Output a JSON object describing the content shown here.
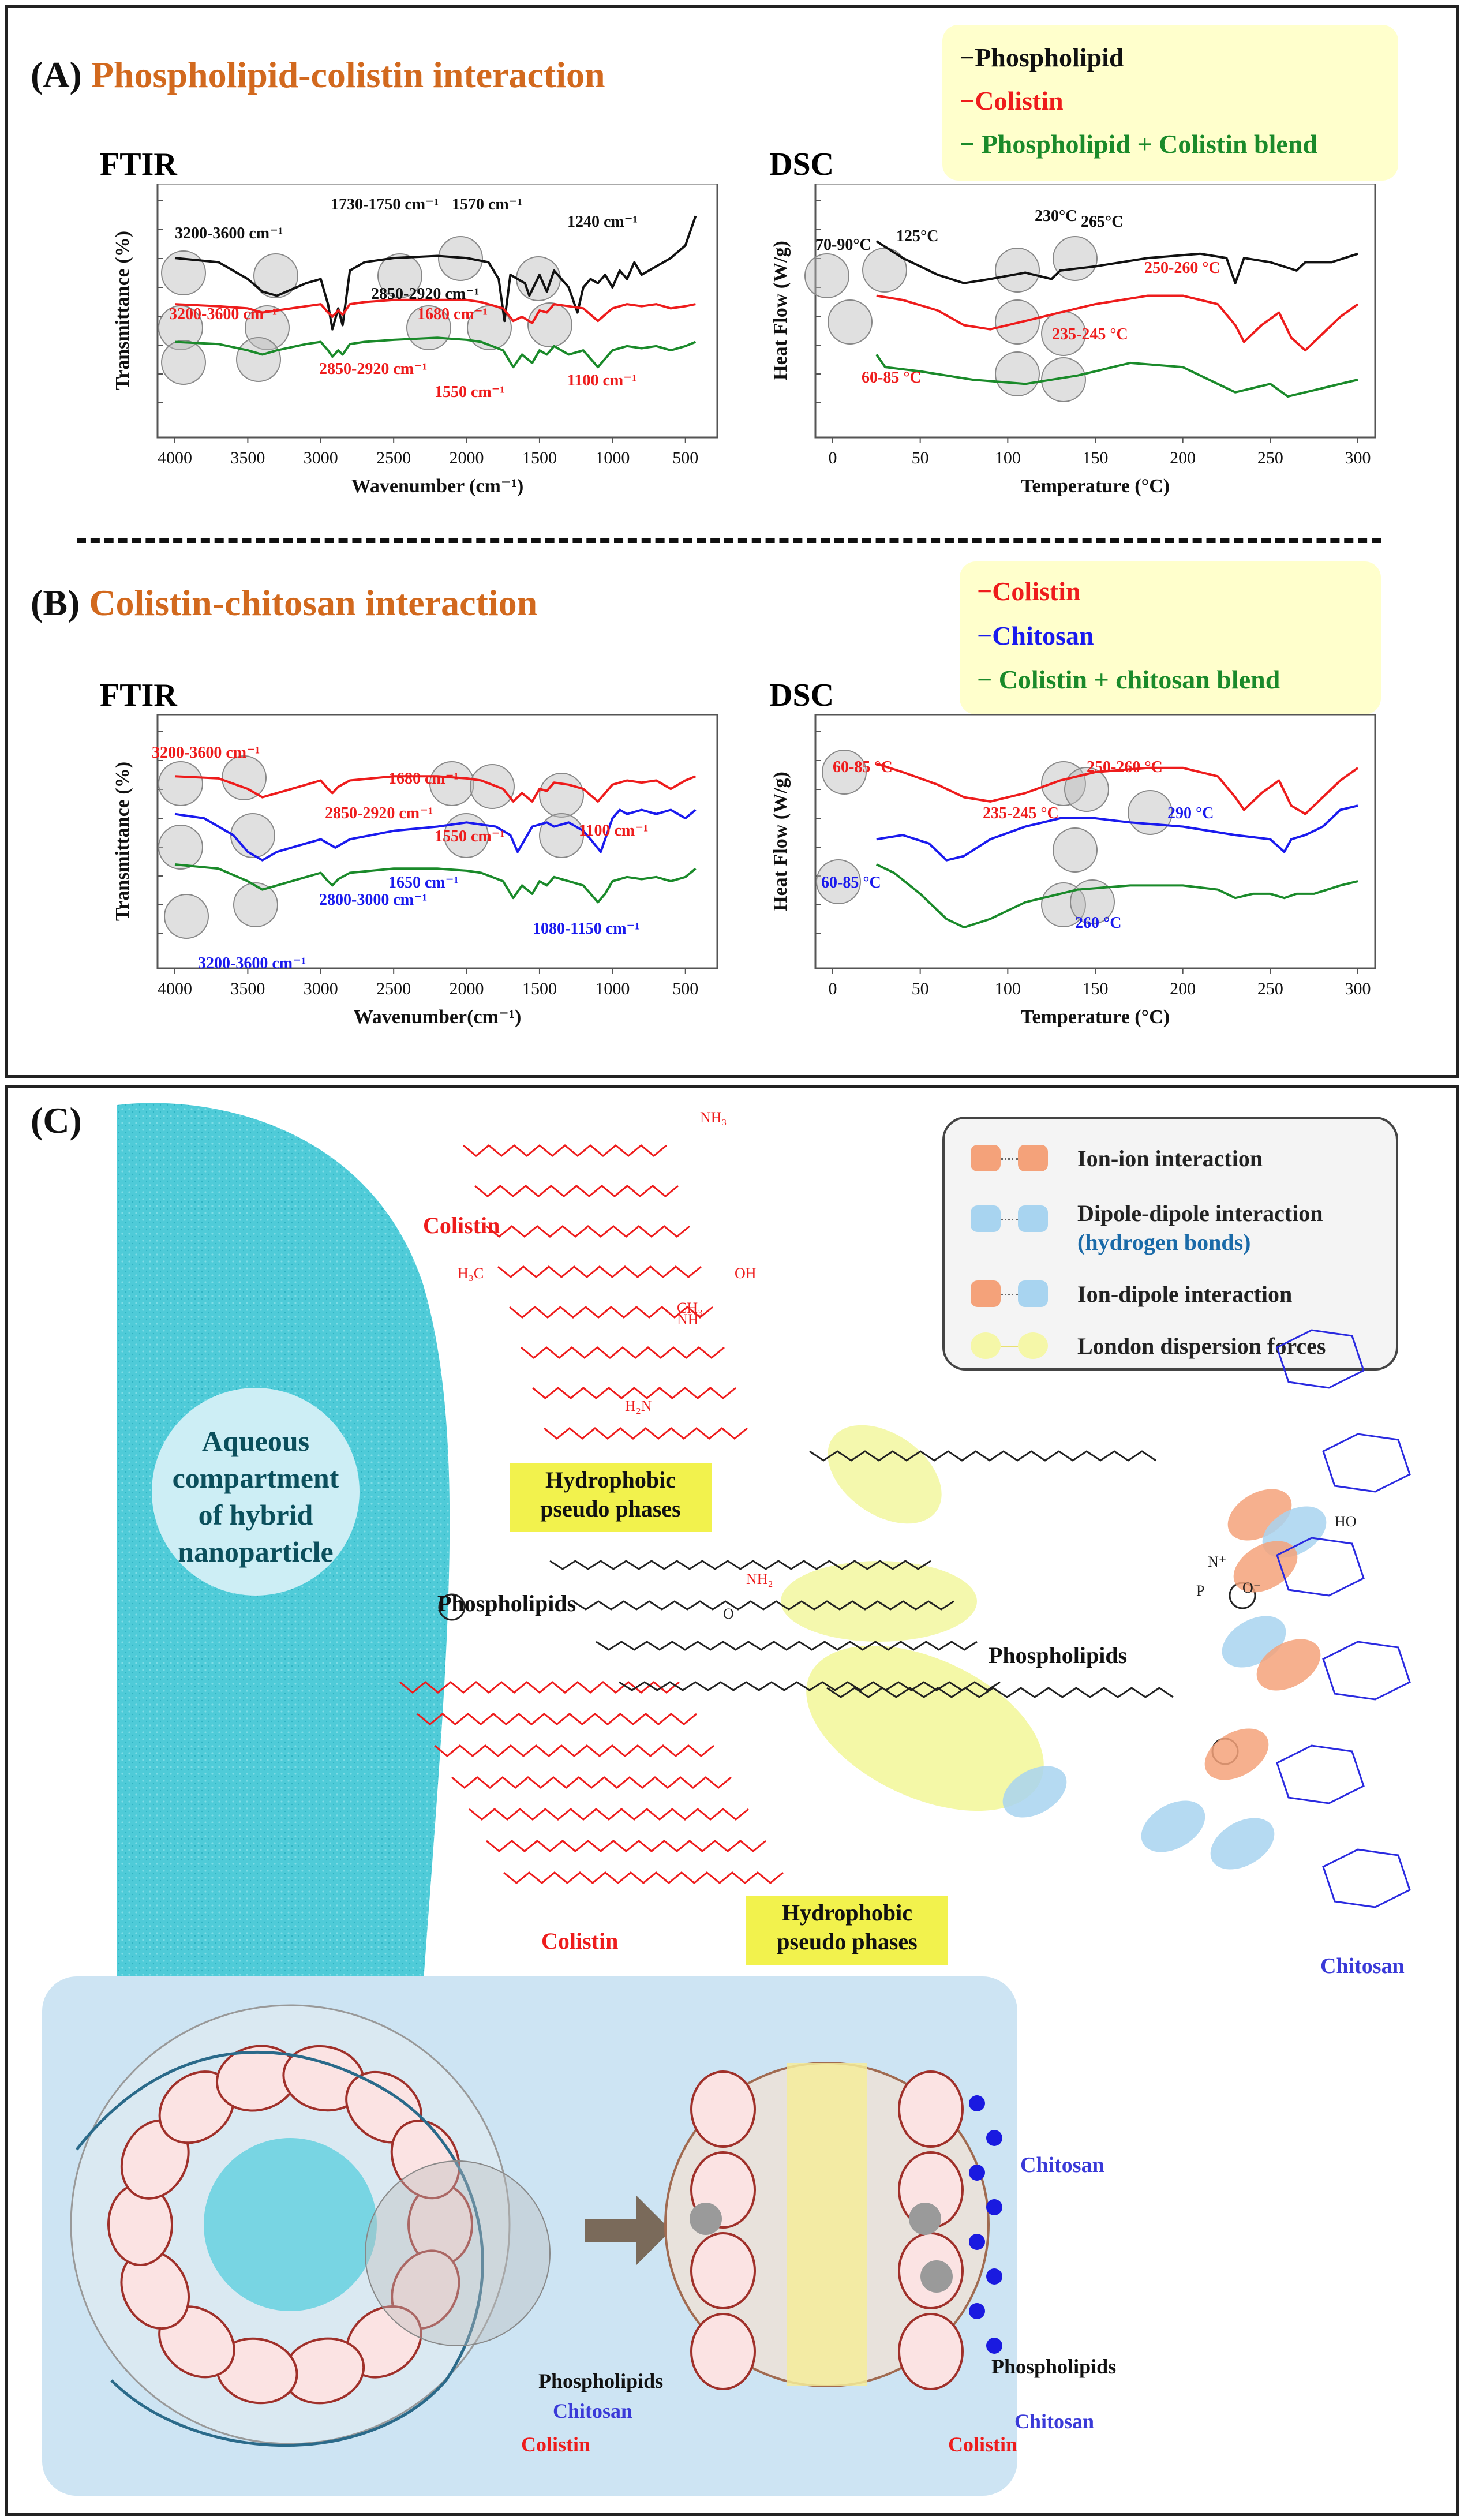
{
  "panel_a": {
    "letter": "(A)",
    "title": "Phospholipid-colistin interaction",
    "legend": [
      "−Phospholipid",
      "−Colistin",
      "− Phospholipid + Colistin blend"
    ],
    "colors": {
      "phospholipid": "#111111",
      "colistin": "#ee1c1c",
      "blend": "#1a8a2a"
    }
  },
  "panel_b": {
    "letter": "(B)",
    "title": "Colistin-chitosan interaction",
    "legend": [
      "−Colistin",
      "−Chitosan",
      "− Colistin + chitosan blend"
    ],
    "colors": {
      "colistin": "#ee1c1c",
      "chitosan": "#1a1aee",
      "blend": "#1a8a2a"
    }
  },
  "chart_data": [
    {
      "id": "a-ftir",
      "type": "line",
      "title": "FTIR",
      "xlabel": "Wavenumber (cm⁻¹)",
      "ylabel": "Transmittance (%)",
      "xlim": [
        4000,
        400
      ],
      "xticks": [
        "4000",
        "3500",
        "3000",
        "2500",
        "2000",
        "1500",
        "1000",
        "500"
      ],
      "series": [
        {
          "name": "Phospholipid",
          "color": "#111111",
          "x": [
            4000,
            3700,
            3500,
            3400,
            3300,
            3100,
            3000,
            2950,
            2920,
            2880,
            2850,
            2800,
            2700,
            2500,
            2200,
            2000,
            1850,
            1780,
            1740,
            1700,
            1650,
            1600,
            1570,
            1500,
            1450,
            1400,
            1350,
            1300,
            1240,
            1200,
            1150,
            1100,
            1050,
            1000,
            950,
            900,
            850,
            800,
            700,
            600,
            500,
            430
          ],
          "y": [
            80,
            78,
            70,
            64,
            62,
            68,
            70,
            58,
            46,
            56,
            48,
            74,
            78,
            80,
            81,
            80,
            78,
            70,
            50,
            72,
            70,
            68,
            62,
            72,
            64,
            74,
            70,
            66,
            54,
            66,
            70,
            68,
            72,
            66,
            74,
            70,
            78,
            72,
            76,
            80,
            86,
            100
          ]
        },
        {
          "name": "Colistin",
          "color": "#ee1c1c",
          "x": [
            4000,
            3700,
            3500,
            3400,
            3300,
            3100,
            3000,
            2950,
            2920,
            2880,
            2850,
            2800,
            2700,
            2500,
            2200,
            2000,
            1900,
            1750,
            1680,
            1620,
            1550,
            1500,
            1450,
            1400,
            1300,
            1200,
            1100,
            1050,
            1000,
            900,
            800,
            700,
            600,
            500,
            430
          ],
          "y": [
            58,
            57,
            56,
            54,
            55,
            57,
            58,
            54,
            52,
            55,
            53,
            58,
            59,
            60,
            60,
            60,
            59,
            56,
            50,
            52,
            49,
            55,
            54,
            58,
            57,
            56,
            50,
            53,
            56,
            58,
            57,
            58,
            56,
            57,
            58
          ]
        },
        {
          "name": "Phospholipid + Colistin blend",
          "color": "#1a8a2a",
          "x": [
            4000,
            3700,
            3500,
            3400,
            3300,
            3100,
            3000,
            2950,
            2920,
            2880,
            2850,
            2800,
            2700,
            2500,
            2200,
            2000,
            1900,
            1750,
            1680,
            1620,
            1550,
            1500,
            1450,
            1400,
            1300,
            1200,
            1100,
            1050,
            1000,
            900,
            800,
            700,
            600,
            500,
            430
          ],
          "y": [
            40,
            39,
            36,
            34,
            36,
            39,
            40,
            36,
            33,
            36,
            34,
            39,
            40,
            41,
            42,
            41,
            40,
            36,
            28,
            34,
            30,
            36,
            34,
            38,
            34,
            36,
            28,
            32,
            36,
            38,
            37,
            38,
            36,
            38,
            40
          ]
        }
      ],
      "annotations": [
        {
          "text": "3200-3600 cm⁻¹",
          "color": "#111111"
        },
        {
          "text": "1730-1750 cm⁻¹",
          "color": "#111111"
        },
        {
          "text": "1570 cm⁻¹",
          "color": "#111111"
        },
        {
          "text": "1240 cm⁻¹",
          "color": "#111111"
        },
        {
          "text": "2850-2920 cm⁻¹",
          "color": "#111111"
        },
        {
          "text": "3200-3600 cm⁻¹",
          "color": "#ee1c1c"
        },
        {
          "text": "1680 cm⁻¹",
          "color": "#ee1c1c"
        },
        {
          "text": "2850-2920 cm⁻¹",
          "color": "#ee1c1c"
        },
        {
          "text": "1550 cm⁻¹",
          "color": "#ee1c1c"
        },
        {
          "text": "1100 cm⁻¹",
          "color": "#ee1c1c"
        }
      ]
    },
    {
      "id": "a-dsc",
      "type": "line",
      "title": "DSC",
      "xlabel": "Temperature (°C)",
      "ylabel": "Heat Flow (W/g)",
      "xlim": [
        0,
        300
      ],
      "xticks": [
        "0",
        "50",
        "100",
        "150",
        "200",
        "250",
        "300"
      ],
      "series": [
        {
          "name": "Phospholipid",
          "color": "#111111",
          "x": [
            25,
            40,
            60,
            75,
            90,
            110,
            125,
            130,
            150,
            180,
            210,
            225,
            230,
            235,
            250,
            265,
            270,
            285,
            300
          ],
          "y": [
            88,
            80,
            72,
            68,
            70,
            73,
            70,
            74,
            76,
            80,
            82,
            80,
            68,
            80,
            78,
            74,
            78,
            78,
            82
          ]
        },
        {
          "name": "Colistin",
          "color": "#ee1c1c",
          "x": [
            25,
            40,
            60,
            75,
            90,
            110,
            130,
            150,
            180,
            200,
            220,
            230,
            235,
            245,
            255,
            262,
            270,
            280,
            290,
            300
          ],
          "y": [
            62,
            60,
            55,
            48,
            46,
            50,
            54,
            58,
            62,
            62,
            58,
            48,
            40,
            48,
            54,
            42,
            36,
            44,
            52,
            58
          ]
        },
        {
          "name": "Phospholipid + Colistin blend",
          "color": "#1a8a2a",
          "x": [
            25,
            30,
            50,
            80,
            110,
            140,
            170,
            200,
            220,
            230,
            240,
            250,
            260,
            270,
            280,
            300
          ],
          "y": [
            34,
            28,
            26,
            22,
            20,
            24,
            30,
            28,
            20,
            16,
            18,
            20,
            14,
            16,
            18,
            22
          ]
        }
      ],
      "annotations": [
        {
          "text": "70-90°C",
          "color": "#111111"
        },
        {
          "text": "125°C",
          "color": "#111111"
        },
        {
          "text": "230°C",
          "color": "#111111"
        },
        {
          "text": "265°C",
          "color": "#111111"
        },
        {
          "text": "250-260 °C",
          "color": "#ee1c1c"
        },
        {
          "text": "60-85 °C",
          "color": "#ee1c1c"
        },
        {
          "text": "235-245 °C",
          "color": "#ee1c1c"
        }
      ]
    },
    {
      "id": "b-ftir",
      "type": "line",
      "title": "FTIR",
      "xlabel": "Wavenumber(cm⁻¹)",
      "ylabel": "Transmittance (%)",
      "xlim": [
        4000,
        400
      ],
      "xticks": [
        "4000",
        "3500",
        "3000",
        "2500",
        "2000",
        "1500",
        "1000",
        "500"
      ],
      "series": [
        {
          "name": "Colistin",
          "color": "#ee1c1c",
          "x": [
            4000,
            3700,
            3500,
            3400,
            3300,
            3100,
            3000,
            2950,
            2920,
            2880,
            2800,
            2500,
            2200,
            2000,
            1900,
            1750,
            1680,
            1620,
            1550,
            1500,
            1450,
            1400,
            1300,
            1200,
            1100,
            1050,
            1000,
            900,
            800,
            700,
            600,
            500,
            430
          ],
          "y": [
            86,
            85,
            80,
            76,
            78,
            82,
            84,
            80,
            78,
            81,
            84,
            86,
            86,
            85,
            84,
            80,
            74,
            78,
            74,
            80,
            79,
            83,
            82,
            80,
            74,
            78,
            82,
            84,
            83,
            84,
            80,
            84,
            86
          ]
        },
        {
          "name": "Chitosan",
          "color": "#1a1aee",
          "x": [
            4000,
            3800,
            3600,
            3500,
            3400,
            3300,
            3100,
            3000,
            2900,
            2800,
            2500,
            2200,
            2000,
            1800,
            1700,
            1650,
            1600,
            1550,
            1450,
            1400,
            1300,
            1200,
            1150,
            1080,
            1000,
            950,
            900,
            800,
            700,
            600,
            500,
            430
          ],
          "y": [
            68,
            66,
            58,
            50,
            46,
            50,
            54,
            56,
            52,
            56,
            60,
            62,
            64,
            62,
            58,
            50,
            56,
            62,
            64,
            62,
            64,
            60,
            56,
            50,
            66,
            70,
            68,
            70,
            68,
            70,
            66,
            70
          ]
        },
        {
          "name": "Colistin + chitosan blend",
          "color": "#1a8a2a",
          "x": [
            4000,
            3700,
            3500,
            3400,
            3300,
            3100,
            3000,
            2950,
            2920,
            2880,
            2800,
            2500,
            2200,
            2000,
            1900,
            1750,
            1680,
            1620,
            1550,
            1500,
            1450,
            1400,
            1300,
            1200,
            1100,
            1050,
            1000,
            900,
            800,
            700,
            600,
            500,
            430
          ],
          "y": [
            44,
            42,
            36,
            32,
            34,
            38,
            40,
            36,
            34,
            37,
            40,
            42,
            42,
            41,
            40,
            36,
            28,
            34,
            30,
            36,
            34,
            38,
            36,
            34,
            26,
            30,
            36,
            38,
            37,
            38,
            36,
            38,
            42
          ]
        }
      ],
      "annotations": [
        {
          "text": "3200-3600 cm⁻¹",
          "color": "#ee1c1c"
        },
        {
          "text": "1680 cm⁻¹",
          "color": "#ee1c1c"
        },
        {
          "text": "2850-2920 cm⁻¹",
          "color": "#ee1c1c"
        },
        {
          "text": "1550 cm⁻¹",
          "color": "#ee1c1c"
        },
        {
          "text": "1100 cm⁻¹",
          "color": "#ee1c1c"
        },
        {
          "text": "1650 cm⁻¹",
          "color": "#1a1aee"
        },
        {
          "text": "2800-3000 cm⁻¹",
          "color": "#1a1aee"
        },
        {
          "text": "1080-1150 cm⁻¹",
          "color": "#1a1aee"
        },
        {
          "text": "3200-3600 cm⁻¹",
          "color": "#1a1aee"
        }
      ]
    },
    {
      "id": "b-dsc",
      "type": "line",
      "title": "DSC",
      "xlabel": "Temperature (°C)",
      "ylabel": "Heat Flow (W/g)",
      "xlim": [
        0,
        300
      ],
      "xticks": [
        "0",
        "50",
        "100",
        "150",
        "200",
        "250",
        "300"
      ],
      "series": [
        {
          "name": "Colistin",
          "color": "#ee1c1c",
          "x": [
            25,
            40,
            60,
            75,
            90,
            110,
            130,
            150,
            180,
            200,
            220,
            230,
            235,
            245,
            255,
            262,
            270,
            280,
            290,
            300
          ],
          "y": [
            92,
            88,
            82,
            76,
            74,
            78,
            84,
            88,
            90,
            90,
            86,
            76,
            70,
            78,
            84,
            72,
            68,
            76,
            84,
            90
          ]
        },
        {
          "name": "Chitosan",
          "color": "#1a1aee",
          "x": [
            25,
            40,
            55,
            65,
            75,
            90,
            110,
            130,
            150,
            170,
            200,
            230,
            250,
            258,
            262,
            270,
            280,
            290,
            300
          ],
          "y": [
            56,
            58,
            54,
            46,
            48,
            56,
            62,
            66,
            66,
            64,
            62,
            58,
            56,
            50,
            56,
            58,
            62,
            70,
            72
          ]
        },
        {
          "name": "Colistin + chitosan blend",
          "color": "#1a8a2a",
          "x": [
            25,
            35,
            50,
            65,
            75,
            90,
            110,
            140,
            170,
            200,
            220,
            230,
            240,
            250,
            258,
            265,
            275,
            290,
            300
          ],
          "y": [
            44,
            40,
            30,
            18,
            14,
            18,
            26,
            32,
            34,
            34,
            32,
            28,
            30,
            30,
            28,
            30,
            30,
            34,
            36
          ]
        }
      ],
      "annotations": [
        {
          "text": "60-85 °C",
          "color": "#ee1c1c"
        },
        {
          "text": "250-260 °C",
          "color": "#ee1c1c"
        },
        {
          "text": "235-245 °C",
          "color": "#ee1c1c"
        },
        {
          "text": "290 °C",
          "color": "#1a1aee"
        },
        {
          "text": "60-85 °C",
          "color": "#1a1aee"
        },
        {
          "text": "260 °C",
          "color": "#1a1aee"
        }
      ]
    }
  ],
  "panel_c": {
    "letter": "(C)",
    "interaction_legend": {
      "items": [
        {
          "label": "Ion-ion interaction",
          "left": "#f4a27a",
          "right": "#f4a27a"
        },
        {
          "label": "Dipole-dipole interaction",
          "left": "#a8d4f0",
          "right": "#a8d4f0"
        },
        {
          "label": "Ion-dipole interaction",
          "left": "#f4a27a",
          "right": "#a8d4f0"
        },
        {
          "label": "London dispersion forces",
          "left": "#f5f7a8",
          "right": "#f5f7a8"
        }
      ],
      "sublabel": "(hydrogen bonds)",
      "sublabel_color": "#1a6aa8"
    },
    "aqueous_label": "Aqueous compartment of hybrid nanoparticle",
    "hydrophobic_1": "Hydrophobic pseudo phases",
    "hydrophobic_2": "Hydrophobic pseudo phases",
    "labels": {
      "colistin_top": "Colistin",
      "colistin_mid": "Colistin",
      "phospholipids_left": "Phospholipids",
      "phospholipids_mid": "Phospholipids",
      "chitosan_right": "Chitosan",
      "chitosan_lower": "Chitosan",
      "np1_phospholipids": "Phospholipids",
      "np1_chitosan": "Chitosan",
      "np1_colistin": "Colistin",
      "np2_phospholipids": "Phospholipids",
      "np2_chitosan": "Chitosan",
      "np2_colistin": "Colistin"
    },
    "chem_labels": [
      "NH₃",
      "OH",
      "NH",
      "H₃C",
      "CH₃",
      "H₂N",
      "NH₂",
      "O",
      "P",
      "O⁻",
      "N⁺",
      "HO"
    ]
  }
}
